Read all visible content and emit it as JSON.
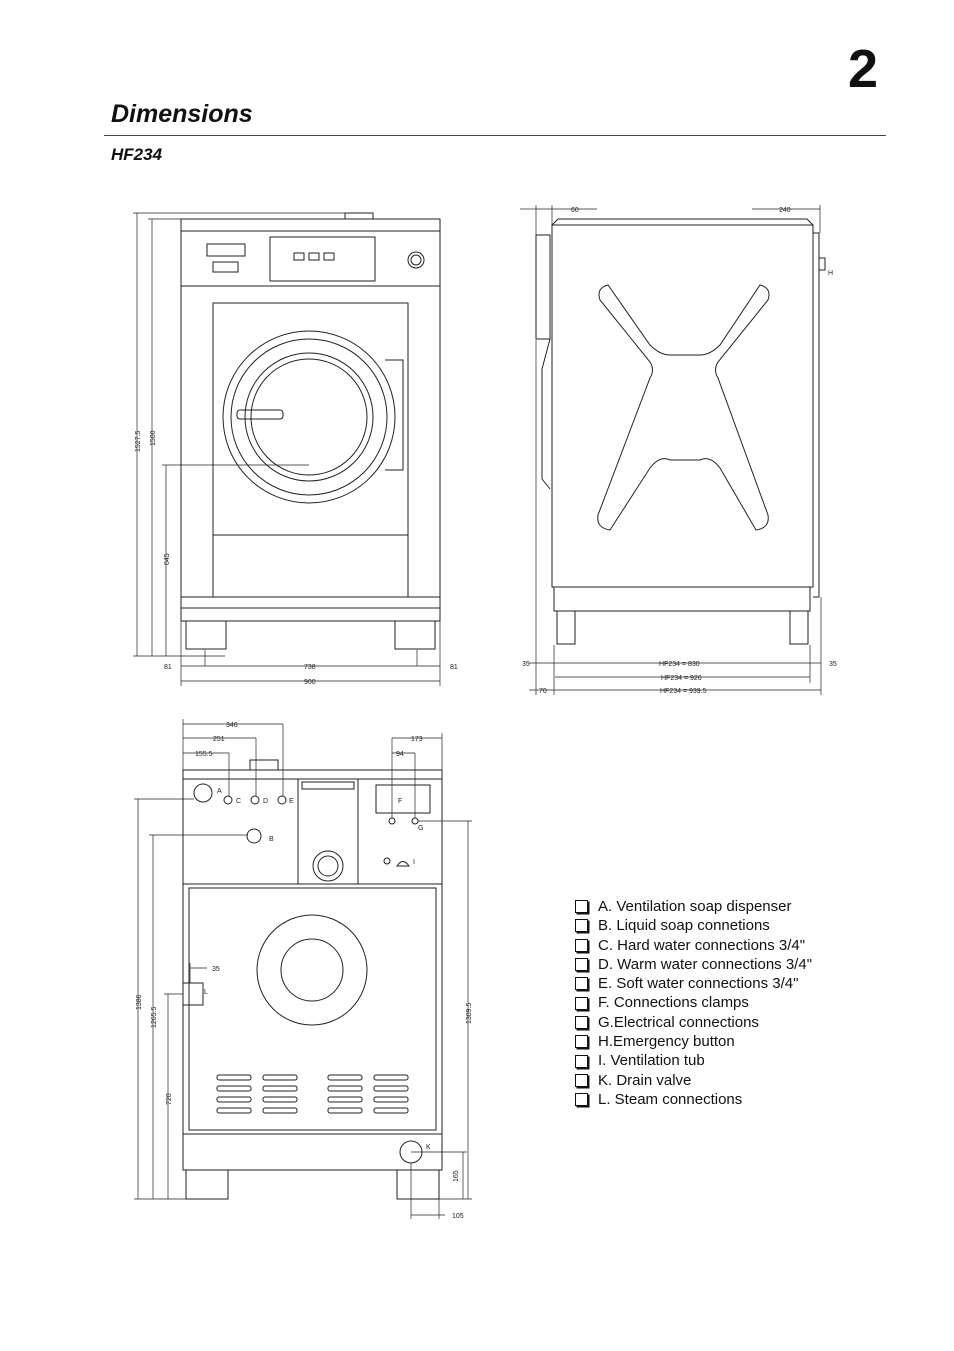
{
  "chapter_number": "2",
  "section_title": "Dimensions",
  "model_title": "HF234",
  "front_view": {
    "dim_overall_height": "1527.5",
    "dim_height_1500": "1500",
    "dim_door_center": "645",
    "dim_left_offset": "81",
    "dim_inner_width": "738",
    "dim_right_offset": "81",
    "dim_overall_width": "900"
  },
  "side_view": {
    "dim_top_60": "60",
    "dim_top_240": "240",
    "label_h": "H",
    "dim_left_35": "35",
    "dim_830": "HF234 = 830",
    "dim_right_35": "35",
    "dim_926": "HF234 = 926",
    "dim_70": "70",
    "dim_939": "HF234 = 939.5"
  },
  "rear_view": {
    "dim_346": "346",
    "dim_251": "251",
    "dim_155": "155.5",
    "dim_173": "173",
    "dim_94": "94",
    "dim_1386": "1386",
    "dim_1265": "1265.5",
    "dim_720": "720",
    "dim_35": "35",
    "dim_1309": "1309.5",
    "dim_165": "165",
    "dim_105": "105",
    "label_a": "A",
    "label_b": "B",
    "label_c": "C",
    "label_d": "D",
    "label_e": "E",
    "label_f": "F",
    "label_g": "G",
    "label_i": "I",
    "label_k": "K",
    "label_l": "L"
  },
  "legend": [
    "A. Ventilation soap dispenser",
    "B. Liquid soap connetions",
    "C. Hard water connections 3/4\"",
    "D. Warm water connections 3/4\"",
    "E. Soft water connections 3/4\"",
    "F. Connections clamps",
    "G.Electrical connections",
    "H.Emergency button",
    "I.  Ventilation tub",
    "K. Drain valve",
    "L. Steam connections"
  ]
}
